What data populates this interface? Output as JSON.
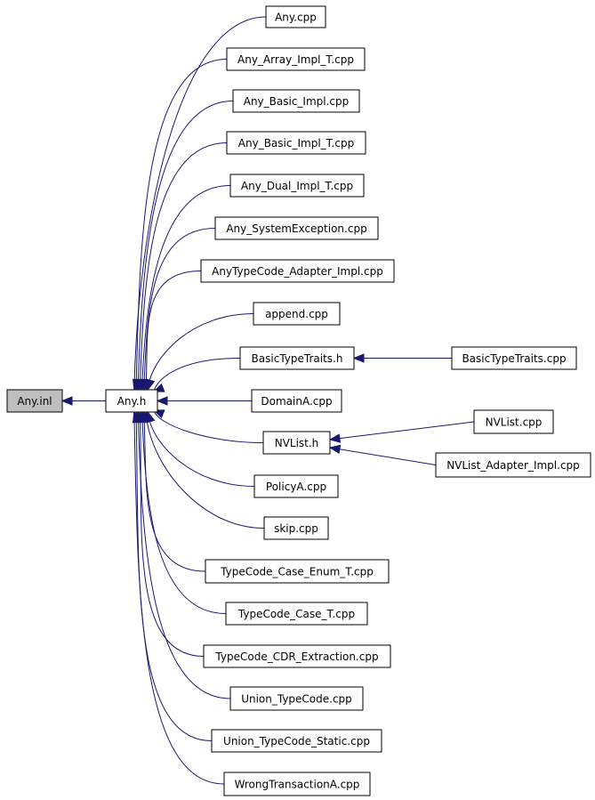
{
  "graph": {
    "root": "Any.inl",
    "hub": "Any.h",
    "includers_of_any_h": [
      "Any.cpp",
      "Any_Array_Impl_T.cpp",
      "Any_Basic_Impl.cpp",
      "Any_Basic_Impl_T.cpp",
      "Any_Dual_Impl_T.cpp",
      "Any_SystemException.cpp",
      "AnyTypeCode_Adapter_Impl.cpp",
      "append.cpp",
      "BasicTypeTraits.h",
      "DomainA.cpp",
      "NVList.h",
      "PolicyA.cpp",
      "skip.cpp",
      "TypeCode_Case_Enum_T.cpp",
      "TypeCode_Case_T.cpp",
      "TypeCode_CDR_Extraction.cpp",
      "Union_TypeCode.cpp",
      "Union_TypeCode_Static.cpp",
      "WrongTransactionA.cpp"
    ],
    "basic_type_traits_includers": [
      "BasicTypeTraits.cpp"
    ],
    "nvlist_includers": [
      "NVList.cpp",
      "NVList_Adapter_Impl.cpp"
    ],
    "colors": {
      "edge": "#191970",
      "root_fill": "#bfbfbf",
      "node_fill": "#ffffff",
      "node_stroke": "#000000"
    }
  }
}
